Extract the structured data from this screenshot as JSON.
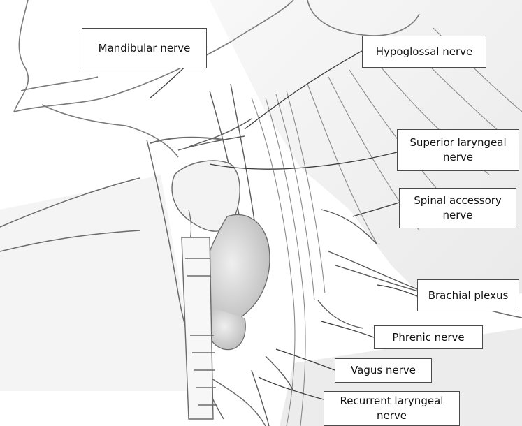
{
  "illustration": {
    "subject": "neck-anatomy-sketch",
    "style": "grayscale pencil sketch"
  },
  "labels": {
    "mandibular": {
      "lines": [
        "Mandibular nerve"
      ]
    },
    "hypoglossal": {
      "lines": [
        "Hypoglossal nerve"
      ]
    },
    "superior_laryngeal": {
      "lines": [
        "Superior laryngeal",
        "nerve"
      ]
    },
    "spinal_accessory": {
      "lines": [
        "Spinal accessory",
        "nerve"
      ]
    },
    "brachial_plexus": {
      "lines": [
        "Brachial plexus"
      ]
    },
    "phrenic": {
      "lines": [
        "Phrenic nerve"
      ]
    },
    "vagus": {
      "lines": [
        "Vagus nerve"
      ]
    },
    "recurrent_laryngeal": {
      "lines": [
        "Recurrent laryngeal",
        "nerve"
      ]
    }
  },
  "colors": {
    "line": "#3c3c3c",
    "sketch": "#7a7a7a",
    "shade": "#c9c9c9",
    "box_border": "#4a4a4a"
  }
}
